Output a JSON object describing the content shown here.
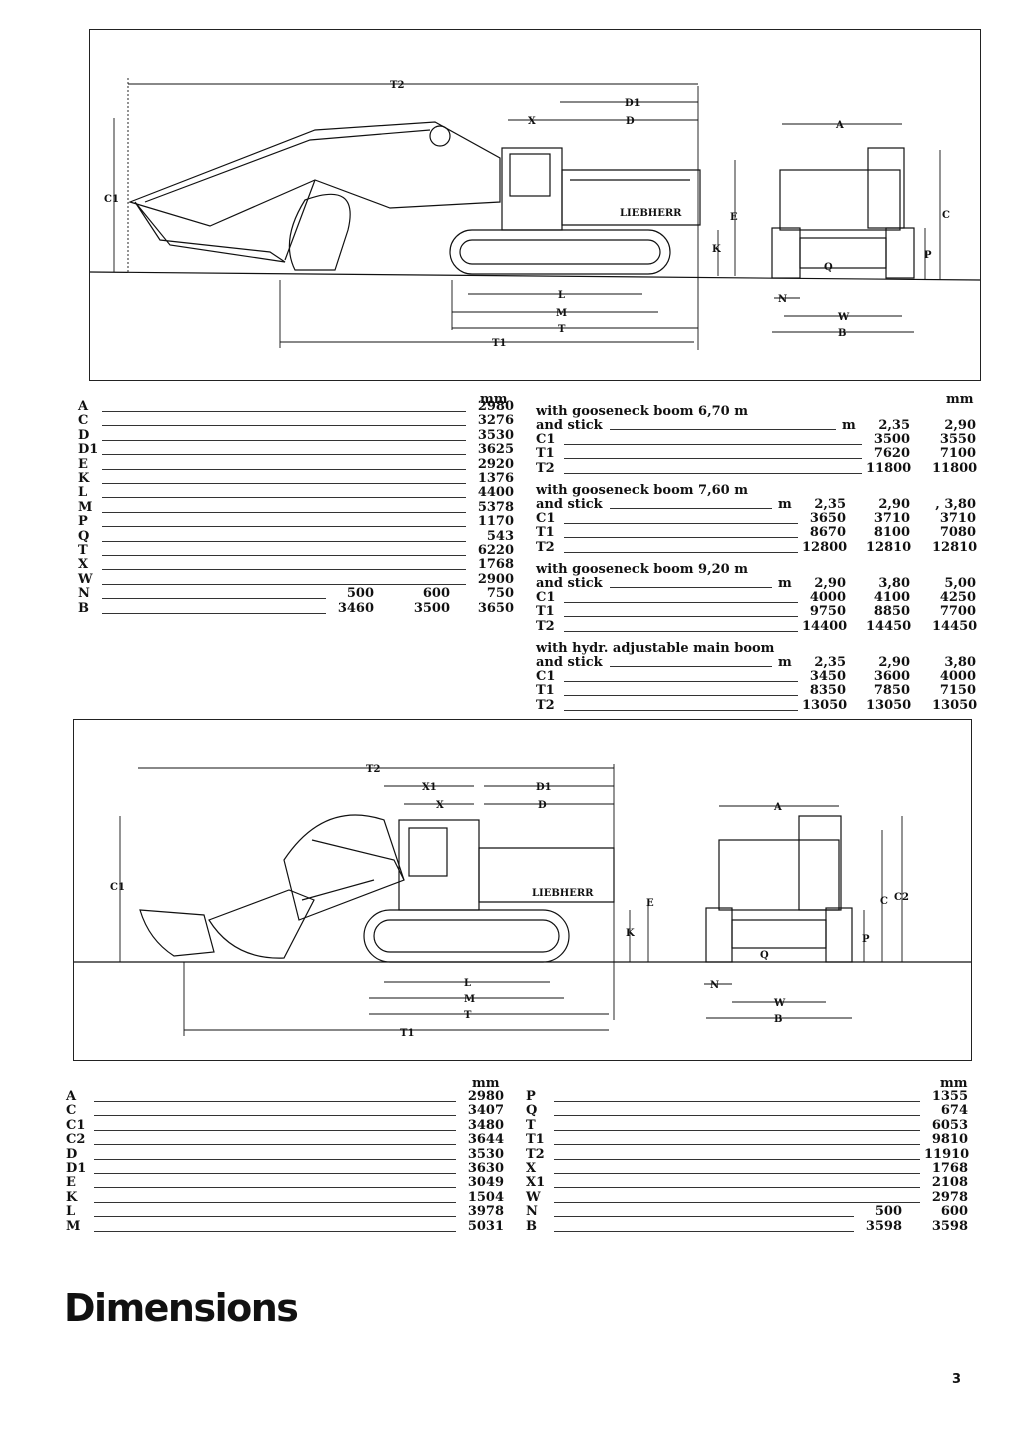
{
  "top_table": {
    "unit": "mm",
    "rows": [
      {
        "k": "A",
        "v": [
          "2980"
        ]
      },
      {
        "k": "C",
        "v": [
          "3276"
        ]
      },
      {
        "k": "D",
        "v": [
          "3530"
        ]
      },
      {
        "k": "D1",
        "v": [
          "3625"
        ]
      },
      {
        "k": "E",
        "v": [
          "2920"
        ]
      },
      {
        "k": "K",
        "v": [
          "1376"
        ]
      },
      {
        "k": "L",
        "v": [
          "4400"
        ]
      },
      {
        "k": "M",
        "v": [
          "5378"
        ]
      },
      {
        "k": "P",
        "v": [
          "1170"
        ]
      },
      {
        "k": "Q",
        "v": [
          "543"
        ]
      },
      {
        "k": "T",
        "v": [
          "6220"
        ]
      },
      {
        "k": "X",
        "v": [
          "1768"
        ]
      },
      {
        "k": "W",
        "v": [
          "2900"
        ]
      },
      {
        "k": "N",
        "v": [
          "500",
          "600",
          "750"
        ]
      },
      {
        "k": "B",
        "v": [
          "3460",
          "3500",
          "3650"
        ]
      }
    ]
  },
  "booms": {
    "unit": "mm",
    "groups": [
      {
        "title": "with gooseneck boom 6,70 m",
        "stick_label": "and stick",
        "m": "m",
        "sticks": [
          "2,35",
          "2,90"
        ],
        "rows": [
          {
            "k": "C1",
            "v": [
              "3500",
              "3550"
            ]
          },
          {
            "k": "T1",
            "v": [
              "7620",
              "7100"
            ]
          },
          {
            "k": "T2",
            "v": [
              "11800",
              "11800"
            ]
          }
        ]
      },
      {
        "title": "with gooseneck boom 7,60 m",
        "stick_label": "and stick",
        "m": "m",
        "sticks": [
          "2,35",
          "2,90",
          ", 3,80"
        ],
        "rows": [
          {
            "k": "C1",
            "v": [
              "3650",
              "3710",
              "3710"
            ]
          },
          {
            "k": "T1",
            "v": [
              "8670",
              "8100",
              "7080"
            ]
          },
          {
            "k": "T2",
            "v": [
              "12800",
              "12810",
              "12810"
            ]
          }
        ]
      },
      {
        "title": "with gooseneck boom 9,20 m",
        "stick_label": "and stick",
        "m": "m",
        "sticks": [
          "2,90",
          "3,80",
          "5,00"
        ],
        "rows": [
          {
            "k": "C1",
            "v": [
              "4000",
              "4100",
              "4250"
            ]
          },
          {
            "k": "T1",
            "v": [
              "9750",
              "8850",
              "7700"
            ]
          },
          {
            "k": "T2",
            "v": [
              "14400",
              "14450",
              "14450"
            ]
          }
        ]
      },
      {
        "title": "with hydr. adjustable main boom",
        "stick_label": "and stick",
        "m": "m",
        "sticks": [
          "2,35",
          "2,90",
          "3,80"
        ],
        "rows": [
          {
            "k": "C1",
            "v": [
              "3450",
              "3600",
              "4000"
            ]
          },
          {
            "k": "T1",
            "v": [
              "8350",
              "7850",
              "7150"
            ]
          },
          {
            "k": "T2",
            "v": [
              "13050",
              "13050",
              "13050"
            ]
          }
        ]
      }
    ]
  },
  "bottom_left": {
    "unit": "mm",
    "rows": [
      {
        "k": "A",
        "v": [
          "2980"
        ]
      },
      {
        "k": "C",
        "v": [
          "3407"
        ]
      },
      {
        "k": "C1",
        "v": [
          "3480"
        ]
      },
      {
        "k": "C2",
        "v": [
          "3644"
        ]
      },
      {
        "k": "D",
        "v": [
          "3530"
        ]
      },
      {
        "k": "D1",
        "v": [
          "3630"
        ]
      },
      {
        "k": "E",
        "v": [
          "3049"
        ]
      },
      {
        "k": "K",
        "v": [
          "1504"
        ]
      },
      {
        "k": "L",
        "v": [
          "3978"
        ]
      },
      {
        "k": "M",
        "v": [
          "5031"
        ]
      }
    ]
  },
  "bottom_right": {
    "unit": "mm",
    "rows": [
      {
        "k": "P",
        "v": [
          "1355"
        ]
      },
      {
        "k": "Q",
        "v": [
          "674"
        ]
      },
      {
        "k": "T",
        "v": [
          "6053"
        ]
      },
      {
        "k": "T1",
        "v": [
          "9810"
        ]
      },
      {
        "k": "T2",
        "v": [
          "11910"
        ]
      },
      {
        "k": "X",
        "v": [
          "1768"
        ]
      },
      {
        "k": "X1",
        "v": [
          "2108"
        ]
      },
      {
        "k": "W",
        "v": [
          "2978"
        ]
      },
      {
        "k": "N",
        "v": [
          "500",
          "600"
        ]
      },
      {
        "k": "B",
        "v": [
          "3598",
          "3598"
        ]
      }
    ]
  },
  "diagram_top": {
    "brand": "LIEBHERR",
    "labels": {
      "T2": "T2",
      "D1": "D1",
      "X": "X",
      "D": "D",
      "A": "A",
      "C1": "C1",
      "E": "E",
      "K": "K",
      "C": "C",
      "P": "P",
      "Q": "Q",
      "L": "L",
      "M": "M",
      "T": "T",
      "T1": "T1",
      "N": "N",
      "W": "W",
      "B": "B"
    }
  },
  "diagram_bottom": {
    "brand": "LIEBHERR",
    "labels": {
      "T2": "T2",
      "X1": "X1",
      "D1": "D1",
      "X": "X",
      "D": "D",
      "A": "A",
      "C1": "C1",
      "E": "E",
      "K": "K",
      "C": "C",
      "C2": "C2",
      "P": "P",
      "Q": "Q",
      "L": "L",
      "M": "M",
      "T": "T",
      "T1": "T1",
      "N": "N",
      "W": "W",
      "B": "B"
    }
  },
  "heading": "Dimensions",
  "page_number": "3"
}
